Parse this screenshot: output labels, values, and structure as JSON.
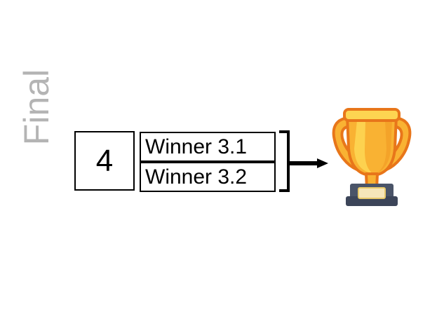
{
  "diagram": {
    "type": "tournament-bracket-round",
    "background_color": "#ffffff",
    "round": {
      "label": "Final",
      "label_color": "#b4b4b4"
    },
    "match": {
      "number": "4",
      "slots": [
        {
          "label": "Winner 3.1"
        },
        {
          "label": "Winner 3.2"
        }
      ],
      "border_color": "#000000",
      "text_color": "#000000"
    },
    "connector": {
      "bracket_icon": "right-square-bracket-icon",
      "arrow_icon": "arrow-right-icon",
      "color": "#000000"
    },
    "outcome": {
      "icon": "trophy-icon",
      "gold_light": "#fdd451",
      "gold_mid": "#f9b233",
      "gold_dark": "#f0941f",
      "outline": "#e8761a",
      "base_dark": "#3c4559",
      "base_mid": "#4a5468",
      "plaque": "#f6e6b9"
    }
  }
}
